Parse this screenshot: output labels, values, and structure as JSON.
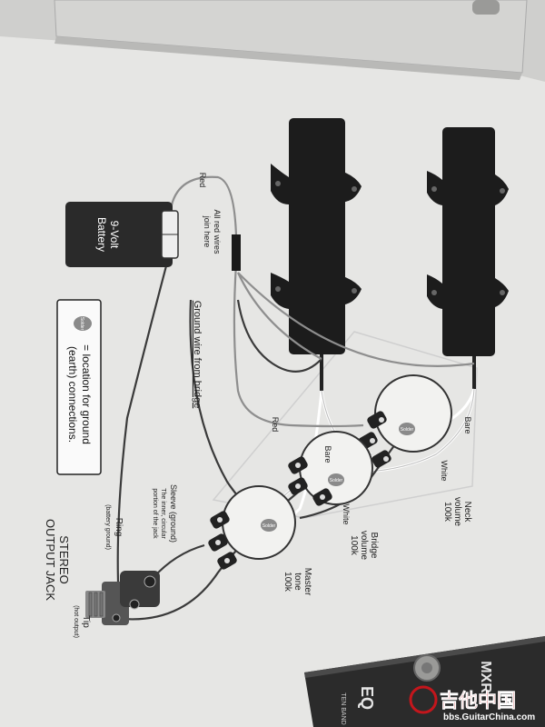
{
  "battery": {
    "line1": "9-Volt",
    "line2": "Battery"
  },
  "wires": {
    "red_top": "Red",
    "red_bottom": "Red",
    "all_red_line1": "All red wires",
    "all_red_line2": "join here",
    "ground_bridge": "Ground wire from bridge",
    "white_neck": "White",
    "white_bridge": "White",
    "bare_neck": "Bare",
    "bare_bridge": "Bare"
  },
  "legend": {
    "icon_label": "Solder",
    "line1": "= location for ground",
    "line2": "(earth) connections."
  },
  "solder_marks": [
    "Solder",
    "Solder",
    "Solder"
  ],
  "controls": {
    "neck": {
      "line1": "Neck",
      "line2": "volume",
      "line3": "100k"
    },
    "bridge": {
      "line1": "Bridge",
      "line2": "volume",
      "line3": "100k"
    },
    "master": {
      "line1": "Master",
      "line2": "tone",
      "line3": "100k"
    }
  },
  "jack": {
    "title_line1": "STEREO",
    "title_line2": "OUTPUT JACK",
    "sleeve_line1": "Sleeve (ground)",
    "sleeve_line2": "The inner, circular",
    "sleeve_line3": "portion of the jack",
    "ring_line1": "Ring",
    "ring_line2": "(battery ground)",
    "tip_line1": "Tip",
    "tip_line2": "(hot output)"
  },
  "pedal": {
    "brand": "MXR",
    "model": "EQ",
    "sub": "TEN BAND"
  },
  "watermark": {
    "cn": "吉他中国",
    "url": "bbs.GuitarChina.com"
  },
  "colors": {
    "paper": "#e8e8e6",
    "pickup": "#1c1c1c",
    "wire_white": "#f4f4f4",
    "wire_black": "#2a2a2a",
    "pedal": "#2b2b2b",
    "watermark": "#c4161c"
  }
}
